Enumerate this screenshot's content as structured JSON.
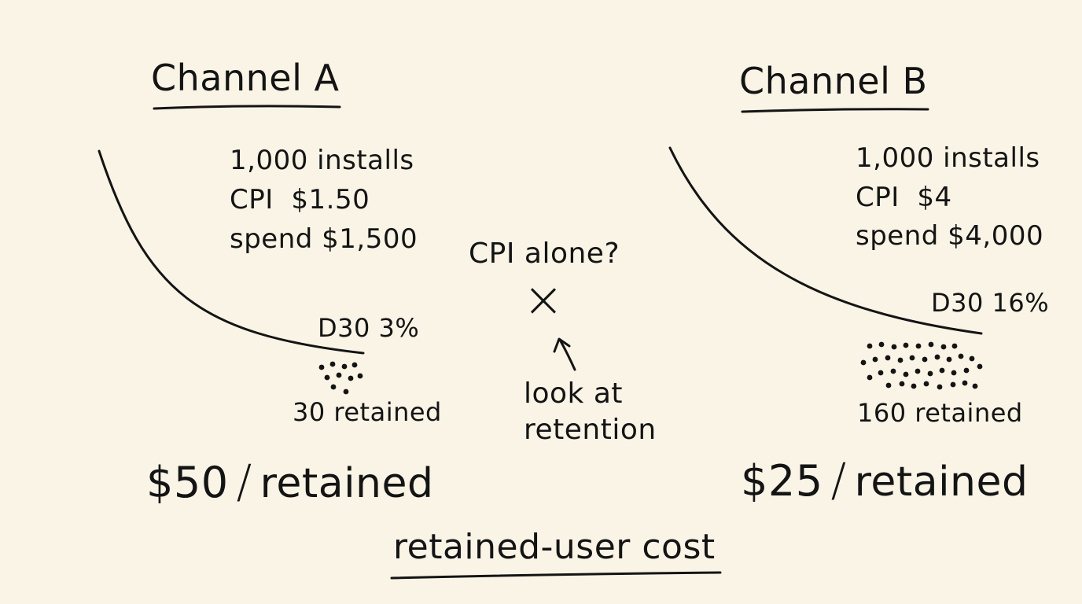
{
  "colors": {
    "background": "#f9f4e6",
    "ink": "#141414"
  },
  "channel_a": {
    "title": "Channel A",
    "stats": [
      "1,000 installs",
      "CPI  $1.50",
      "spend $1,500"
    ],
    "retention_label": "D30 3%",
    "retained_label": "30 retained",
    "cost_value": "$50",
    "cost_slash": "/",
    "cost_unit": "retained"
  },
  "channel_b": {
    "title": "Channel B",
    "stats": [
      "1,000 installs",
      "CPI  $4",
      "spend $4,000"
    ],
    "retention_label": "D30 16%",
    "retained_label": "160 retained",
    "cost_value": "$25",
    "cost_slash": "/",
    "cost_unit": "retained"
  },
  "center": {
    "question": "CPI alone?",
    "cross_mark": "×",
    "advice_line1": "look at",
    "advice_line2": "retention"
  },
  "footer": {
    "label": "retained-user cost"
  }
}
